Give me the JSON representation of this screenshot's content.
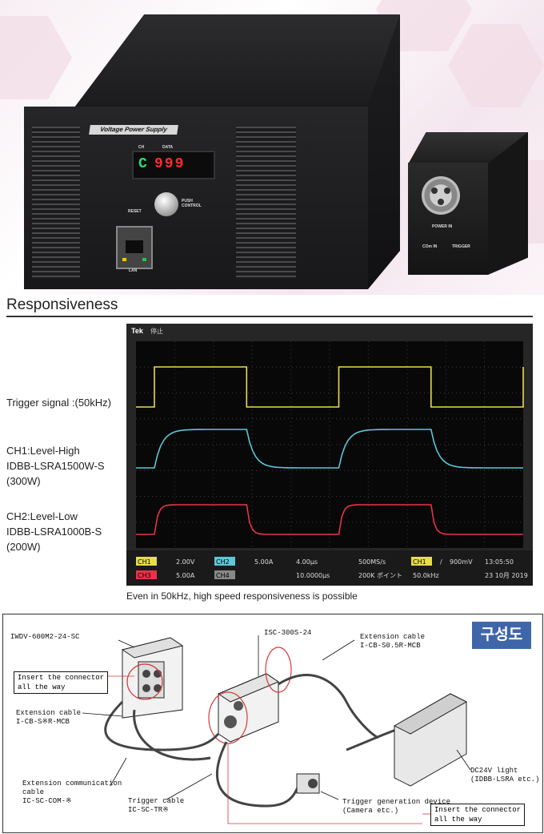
{
  "photo": {
    "brand_label": "Voltage Power Supply",
    "ch_label": "CH",
    "data_label": "DATA",
    "ch_display": "C",
    "data_display": "999",
    "reset_label": "RESET",
    "push_control_label": "PUSH CONTROL",
    "lan_label": "LAN",
    "power_in_label": "POWER IN",
    "com_in_label": "COm IN",
    "trigger_label": "TRIGGER"
  },
  "responsiveness": {
    "title": "Responsiveness",
    "trigger_label": "Trigger signal :(50kHz)",
    "ch1_lines": [
      "CH1:Level-High",
      "IDBB-LSRA1500W-S",
      "(300W)"
    ],
    "ch2_lines": [
      "CH2:Level-Low",
      "IDBB-LSRA1000B-S",
      "(200W)"
    ],
    "caption": "Even in 50kHz, high speed responsiveness is possible"
  },
  "scope": {
    "brand": "Tek",
    "status": "停止",
    "status_row1": [
      "CH1",
      "2.00V",
      "CH2",
      "5.00A",
      "4.00μs",
      "500MS/s",
      "CH1",
      "/",
      "900mV",
      "13:05:50"
    ],
    "status_row2": [
      "CH3",
      "5.00A",
      "CH4",
      "",
      "10.0000μs",
      "200K ポイント",
      "50.0kHz",
      "",
      "",
      "23 10月 2019"
    ],
    "colors": {
      "ch1": "#e8dc4a",
      "ch2": "#5ec7d8",
      "ch3": "#e8324a"
    }
  },
  "chart_data": {
    "type": "line",
    "title": "",
    "x": [
      0,
      2.0,
      2.0,
      12.0,
      12.0,
      22.0,
      22.0,
      32.0,
      32.0,
      42.0,
      42.0
    ],
    "series": [
      {
        "values": [
          0,
          0,
          1,
          1,
          0,
          0,
          1,
          1,
          0,
          0,
          1
        ]
      },
      {
        "values": [
          0,
          0,
          1,
          1,
          0,
          0,
          1,
          1,
          0,
          0,
          1
        ]
      },
      {
        "values": [
          0,
          0,
          1,
          1,
          0,
          0,
          1,
          1,
          0,
          0,
          1
        ]
      }
    ]
  },
  "diagram": {
    "badge": "구성도",
    "labels": {
      "main_unit": "IWDV-600M2-24-SC",
      "insert_1": [
        "Insert the connector",
        "all the way"
      ],
      "ext_cable_1": [
        "Extension cable",
        "I-CB-S※R-MCB"
      ],
      "ext_comm_cable": [
        "Extension communication",
        "cable",
        "IC-SC-COM-※"
      ],
      "trigger_cable": [
        "Trigger cable",
        "IC-SC-TR※"
      ],
      "iso_unit": "ISC-300S-24",
      "ext_cable_2": [
        "Extension cable",
        "I-CB-S0.5R-MCB"
      ],
      "dc_light": [
        "DC24V light",
        "(IDBB-LSRA etc.)"
      ],
      "trigger_device": [
        "Trigger generation device",
        "(Camera etc.)"
      ],
      "insert_2": [
        "Insert the connector",
        "all the way"
      ]
    }
  }
}
